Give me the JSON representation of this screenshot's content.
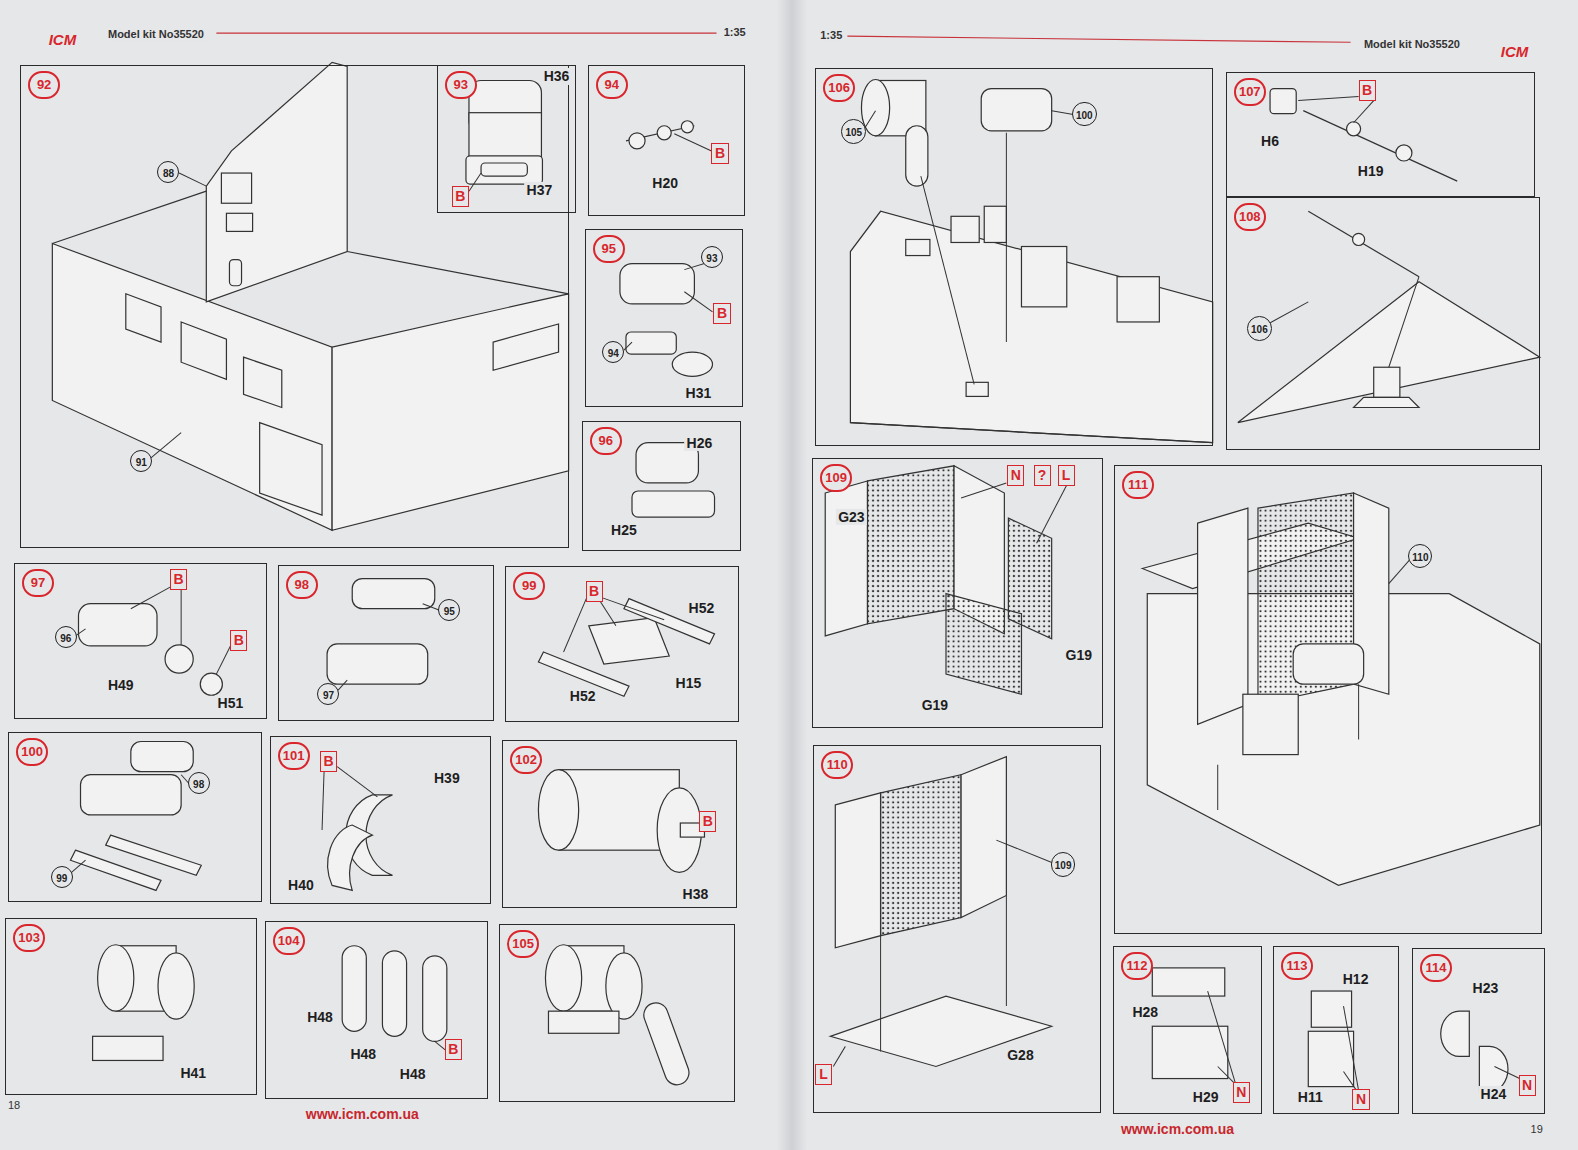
{
  "diagram": {
    "nodes": [
      {
        "text": [
          "92"
        ]
      },
      {
        "text": [
          "88"
        ],
        "in": 0
      },
      {
        "text": [
          "91"
        ],
        "in": 0
      },
      {
        "text": [
          "93"
        ]
      },
      {
        "text": [
          "B"
        ],
        "in": 3
      },
      {
        "text": [
          "94"
        ]
      },
      {
        "text": [
          "B"
        ],
        "in": 5
      },
      {
        "text": [
          "95"
        ]
      },
      {
        "text": [
          "93"
        ],
        "in": 7
      },
      {
        "text": [
          "B"
        ],
        "in": 7
      },
      {
        "text": [
          "94"
        ],
        "in": 7
      },
      {
        "text": [
          "96"
        ]
      },
      {
        "text": [
          "97"
        ]
      },
      {
        "text": [
          "B"
        ],
        "in": 12
      },
      {
        "text": [
          "B"
        ],
        "in": 12
      },
      {
        "text": [
          "96"
        ],
        "in": 12
      },
      {
        "text": [
          "98"
        ]
      },
      {
        "text": [
          "95"
        ],
        "in": 16
      },
      {
        "text": [
          "97"
        ],
        "in": 16
      },
      {
        "text": [
          "99"
        ]
      },
      {
        "text": [
          "B"
        ],
        "in": 19
      },
      {
        "text": [
          "100"
        ]
      },
      {
        "text": [
          "98"
        ],
        "in": 21
      },
      {
        "text": [
          "99"
        ],
        "in": 21
      },
      {
        "text": [
          "101"
        ]
      },
      {
        "text": [
          "B"
        ],
        "in": 24
      },
      {
        "text": [
          "102"
        ]
      },
      {
        "text": [
          "B"
        ],
        "in": 26
      },
      {
        "text": [
          "103"
        ]
      },
      {
        "text": [
          "104"
        ]
      },
      {
        "text": [
          "B"
        ],
        "in": 29
      },
      {
        "text": [
          "105"
        ]
      },
      {
        "text": [
          "106"
        ]
      },
      {
        "text": [
          "105"
        ],
        "in": 32
      },
      {
        "text": [
          "100"
        ],
        "in": 32
      },
      {
        "text": [
          "107"
        ]
      },
      {
        "text": [
          "B"
        ],
        "in": 35
      },
      {
        "text": [
          "108"
        ]
      },
      {
        "text": [
          "106"
        ],
        "in": 37
      },
      {
        "text": [
          "109"
        ]
      },
      {
        "text": [
          "N"
        ],
        "in": 39
      },
      {
        "text": [
          "?"
        ],
        "in": 39
      },
      {
        "text": [
          "L"
        ],
        "in": 39
      },
      {
        "text": [
          "110"
        ]
      },
      {
        "text": [
          "109"
        ],
        "in": 43
      },
      {
        "text": [
          "L"
        ],
        "in": 43
      },
      {
        "text": [
          "111"
        ]
      },
      {
        "text": [
          "110"
        ],
        "in": 46
      },
      {
        "text": [
          "112"
        ]
      },
      {
        "text": [
          "N"
        ],
        "in": 48
      },
      {
        "text": [
          "113"
        ]
      },
      {
        "text": [
          "N"
        ],
        "in": 50
      },
      {
        "text": [
          "114"
        ]
      },
      {
        "text": [
          "N"
        ],
        "in": 52
      }
    ],
    "labels": [
      "ICM",
      "Model kit No35520",
      "1:35",
      "1:35",
      "Model kit No35520",
      "ICM",
      "H36",
      "H37",
      "H20",
      "H31",
      "H26",
      "H25",
      "H49",
      "H51",
      "H52",
      "H52",
      "H15",
      "H39",
      "H40",
      "H38",
      "H41",
      "H48",
      "H48",
      "H48",
      "H6",
      "H19",
      "G23",
      "G19",
      "G19",
      "G28",
      "H28",
      "H29",
      "H12",
      "H11",
      "H23",
      "H24",
      "www.icm.com.ua",
      "www.icm.com.ua",
      "18",
      "19"
    ]
  }
}
